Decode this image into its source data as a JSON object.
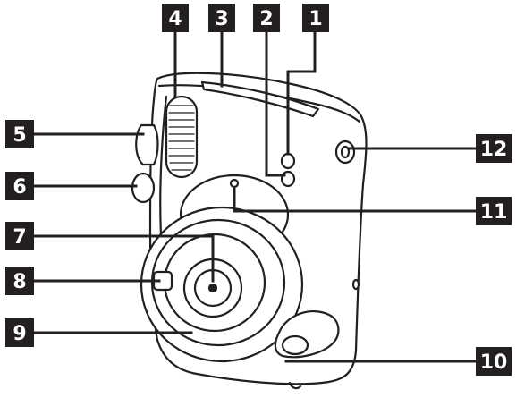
{
  "callouts": [
    {
      "id": "1",
      "label": "1"
    },
    {
      "id": "2",
      "label": "2"
    },
    {
      "id": "3",
      "label": "3"
    },
    {
      "id": "4",
      "label": "4"
    },
    {
      "id": "5",
      "label": "5"
    },
    {
      "id": "6",
      "label": "6"
    },
    {
      "id": "7",
      "label": "7"
    },
    {
      "id": "8",
      "label": "8"
    },
    {
      "id": "9",
      "label": "9"
    },
    {
      "id": "10",
      "label": "10"
    },
    {
      "id": "11",
      "label": "11"
    },
    {
      "id": "12",
      "label": "12"
    }
  ],
  "colors": {
    "callout_box": "#231f20",
    "callout_text": "#ffffff",
    "line": "#231f20",
    "camera_fill": "#ffffff"
  }
}
